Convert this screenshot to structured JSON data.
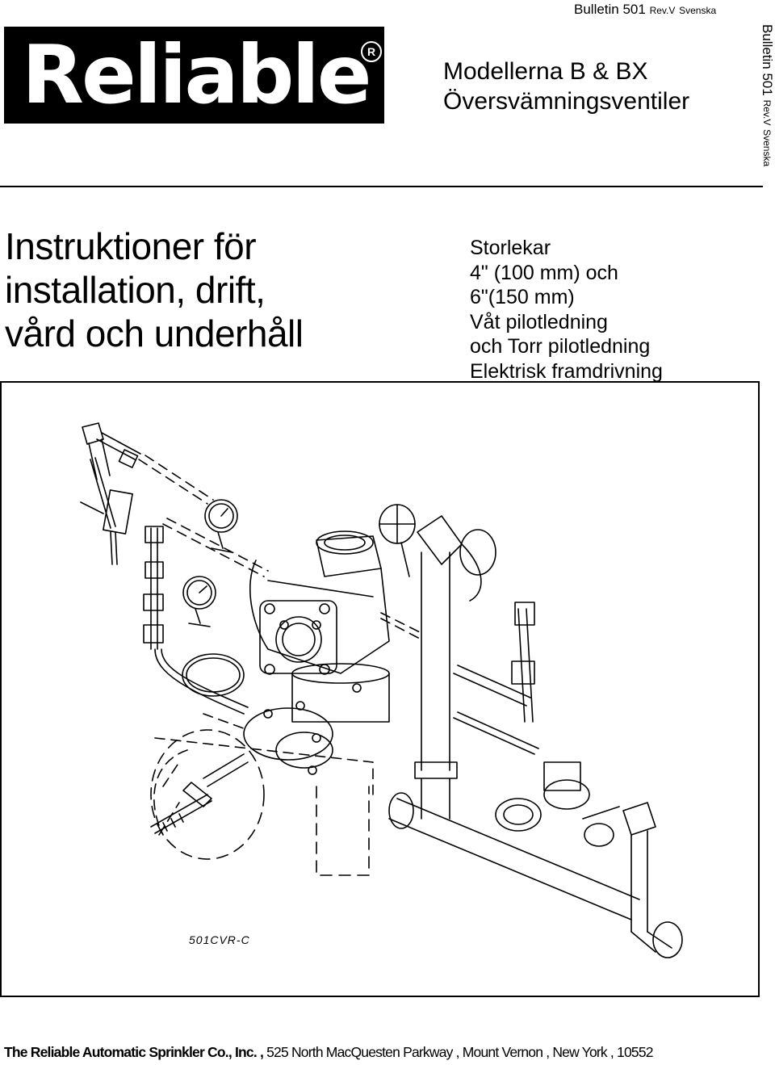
{
  "header": {
    "bulletin_main": "Bulletin 501",
    "bulletin_rev": "Rev.V",
    "bulletin_lang": "Svenska",
    "logo_text": "Reliable",
    "logo_reg": "R",
    "title_line1": "Modellerna B & BX",
    "title_line2": "Översvämningsventiler"
  },
  "side": {
    "bulletin_main": "Bulletin 501",
    "bulletin_rev": "Rev.V",
    "bulletin_lang": "Svenska"
  },
  "instructions": {
    "line1": "Instruktioner för",
    "line2": "installation, drift,",
    "line3": "vård och underhåll"
  },
  "sizes": {
    "line1": "Storlekar",
    "line2": "4\" (100 mm) och",
    "line3": "6\"(150 mm)",
    "line4": "Våt pilotledning",
    "line5": "och Torr pilotledning",
    "line6": "Elektrisk framdrivning"
  },
  "drawing": {
    "code": "501CVR-C"
  },
  "footer": {
    "company": "The Reliable Automatic Sprinkler Co., Inc. ,",
    "address": " 525 North MacQuesten Parkway , Mount Vernon , New York , 10552"
  }
}
